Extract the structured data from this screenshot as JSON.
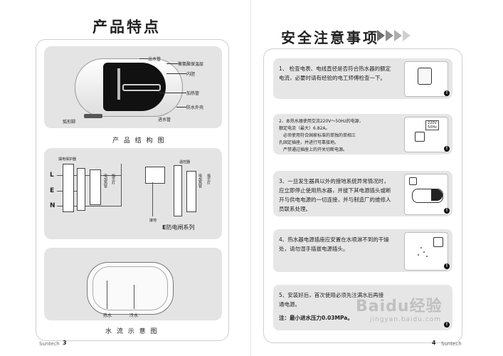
{
  "left_page": {
    "title": "产品特点",
    "structure": {
      "labels": {
        "outlet": "出水管",
        "insulation": "聚氨酯保温层",
        "inner_tank": "内胆",
        "heating_tube": "加热管",
        "shell": "防水外壳",
        "inlet": "进水管",
        "bracket": "弧形脚"
      },
      "caption": "产 品 结 构 图"
    },
    "circuit": {
      "letters": [
        "L",
        "E",
        "N"
      ],
      "leakage_label": "漏电保护器",
      "thermostat_label": "温控器",
      "heater_label": "电加热管",
      "indicator_label": "指示灯",
      "ground_label": "接地",
      "caption": "防电闸系列",
      "caption_mark": "E"
    },
    "flow": {
      "hot_label": "热水",
      "cold_label": "冷水",
      "caption": "水 流 示 意 图"
    },
    "footer_brand": "Suntech",
    "page_number": "3"
  },
  "right_page": {
    "title": "安全注意事项",
    "items": [
      {
        "text": "1、 检查电表、电线直径是否符合热水器的额定电流，必要时请有经验的电工师傅检查一下。"
      },
      {
        "lines": [
          "2、本热水器使用交流220V～50Hz的电源，",
          "额定电流（最大）6.82A。",
          "　必须使用符合国家标准的单独的单相三",
          "孔固定插座，并进行可靠接地。",
          "　严禁通过插座上的开关切断电源。"
        ],
        "voltage": "220V",
        "freq": "50Hz"
      },
      {
        "text": "3、一旦发生器具以外的接地系统异常情况时，应立即停止使用热水器，并拔下其电源插头或断开与供电电源的一切连接，并与制造厂的维修人员联系处理。"
      },
      {
        "text": "4、热水器电源插座应安置在水喷淋不到的干燥处，请勿湿手插拔电源插头。"
      },
      {
        "text": "5、安装好后，首次使用必须先注满水后再接通电源。",
        "note": "注：最小进水压力0.03MPa。"
      }
    ],
    "footer_brand": "Suntech",
    "page_number": "4",
    "watermark": "Baidu经验",
    "watermark_url": "jingyan.baidu.com"
  }
}
